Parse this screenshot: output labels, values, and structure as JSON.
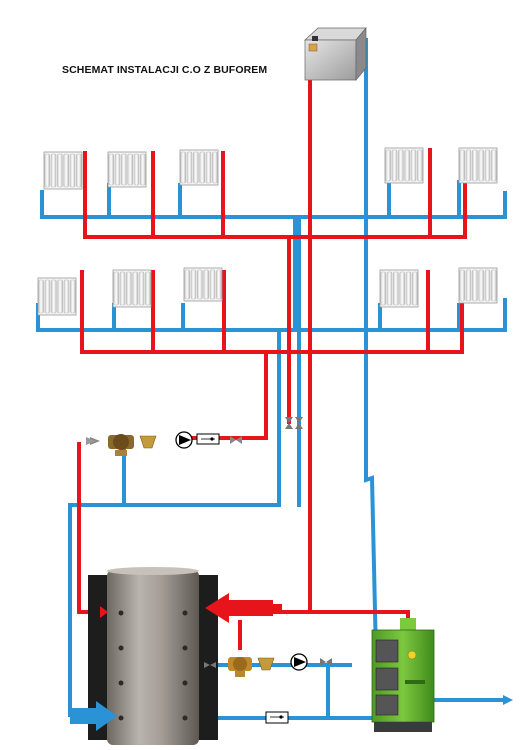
{
  "title": "SCHEMAT INSTALACJI C.O Z BUFOREM",
  "colors": {
    "supply": "#e8141c",
    "return": "#2a93d5",
    "buffer": "#9a948e",
    "boiler": "#5fae2e",
    "background": "#ffffff"
  },
  "components": {
    "expansion_tank": "expansion-tank",
    "radiators_upper": 5,
    "radiators_lower": 5,
    "buffer_tank": "buffer-tank",
    "boiler": "solid-fuel-boiler",
    "pump_groups": 2
  }
}
